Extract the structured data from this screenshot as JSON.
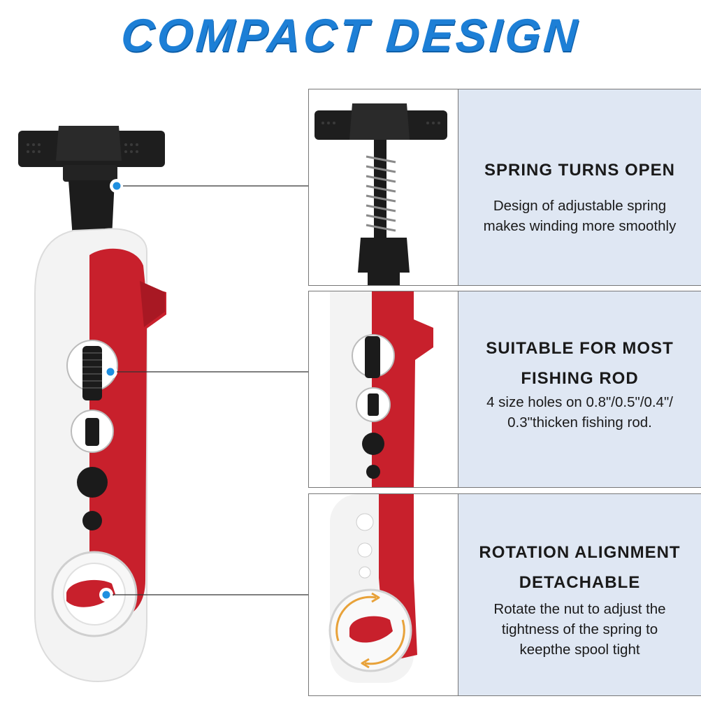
{
  "headline": "COMPACT DESIGN",
  "features": [
    {
      "title_lines": [
        "SPRING TURNS OPEN"
      ],
      "desc_lines": [
        "Design of adjustable spring",
        "makes winding more smoothly"
      ]
    },
    {
      "title_lines": [
        "SUITABLE FOR MOST",
        "FISHING ROD"
      ],
      "desc_lines": [
        "4 size holes on 0.8\"/0.5\"/0.4\"/",
        "0.3\"thicken fishing rod."
      ]
    },
    {
      "title_lines": [
        "ROTATION ALIGNMENT",
        "DETACHABLE"
      ],
      "desc_lines": [
        "Rotate the nut to adjust the",
        "tightness of the spring to",
        "keepthe spool tight"
      ]
    }
  ],
  "colors": {
    "headline_blue": "#1d7fd6",
    "product_red": "#c8202c",
    "product_white": "#f2f2f2",
    "knob_black": "#1e1e1e",
    "panel_bg": "#dfe7f3",
    "marker_blue": "#1f8fe0",
    "rotation_arrow_orange": "#e8a23a"
  },
  "icons": [
    "callout-dot-icon",
    "rotation-arrows-icon"
  ]
}
